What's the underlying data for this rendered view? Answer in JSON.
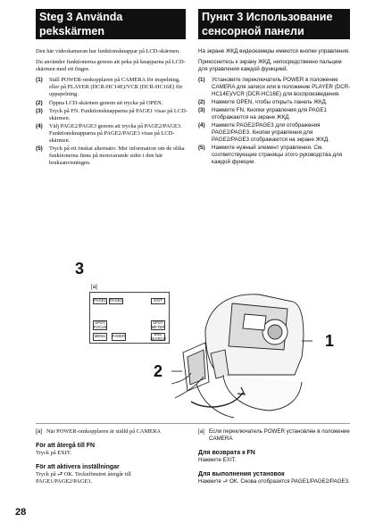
{
  "sv": {
    "heading": [
      "Steg 3 Använda",
      "pekskärmen"
    ],
    "intro": [
      "Den här videokameran har funktionsknappar på LCD-skärmen.",
      "Du använder funktionerna genom att peka på knapparna på LCD-skärmen med ett finger."
    ],
    "steps": [
      {
        "num": "(1)",
        "text": "Ställ POWER-omkopplaren på CAMERA för inspelning, eller på PLAYER (DCR-HC14E)/VCR (DCR-HC16E) för uppspelning."
      },
      {
        "num": "(2)",
        "text": "Öppna LCD-skärmen genom att trycka på OPEN."
      },
      {
        "num": "(3)",
        "text": "Tryck på FN. Funktionsknapparna på PAGE1 visas på LCD-skärmen."
      },
      {
        "num": "(4)",
        "text": "Välj PAGE2/PAGE3 genom att trycka på PAGE2/PAGE3. Funktionsknapparna på PAGE2/PAGE3 visas på LCD-skärmen."
      },
      {
        "num": "(5)",
        "text": "Tryck på ett önskat alternativ. Mer information om de olika funktionerna finns på motsvarande sidor i den här bruksanvisningen."
      }
    ],
    "caption_tag": "[a]",
    "caption_text": "När POWER-omkopplaren är ställd på CAMERA",
    "sub1_heading": "För att återgå till FN",
    "sub1_text": "Tryck på EXIT.",
    "sub2_heading": "För att aktivera inställningar",
    "sub2_text": "Tryck på ⮐ OK. Tecknfönstret återgår till PAGE1/PAGE2/PAGE3."
  },
  "ru": {
    "heading": [
      "Пункт 3 Использование",
      "сенсорной панели"
    ],
    "intro": [
      "На экране ЖКД видеокамеры имеются кнопки управления.",
      "Прикоснитесь к экрану ЖКД, непосредственно пальцем для управления каждой функцией."
    ],
    "steps": [
      {
        "num": "(1)",
        "text": "Установите переключатель POWER в положение CAMERA для записи или в положение PLAYER (DCR-HC14E)/VCR (DCR-HC16E) для воспроизведения."
      },
      {
        "num": "(2)",
        "text": "Нажмите OPEN, чтобы открыть панель ЖКД."
      },
      {
        "num": "(3)",
        "text": "Нажмите FN. Кнопки управления для PAGE1 отображаются на экране ЖКД."
      },
      {
        "num": "(4)",
        "text": "Нажмите PAGE2/PAGE3 для отображения PAGE2/PAGE3. Кнопки управления для PAGE2/PAGE3 отображаются на экране ЖКД."
      },
      {
        "num": "(5)",
        "text": "Нажмите нужный элемент управления. См. соответствующие страницы этого руководства для каждой функции."
      }
    ],
    "caption_tag": "[a]",
    "caption_text": "Если переключатель POWER установлен в положение CAMERA",
    "sub1_heading": "Для возврата к FN",
    "sub1_text": "Нажмите EXIT.",
    "sub2_heading": "Для выполнения установок",
    "sub2_text": "Нажмите ⮐ OK. Снова отобразится PAGE1/PAGE2/PAGE3."
  },
  "figure": {
    "number": "3",
    "tag": "[a]",
    "callout_1": "1",
    "callout_2": "2",
    "lcd_buttons": {
      "page1": "PAGE1",
      "page2": "PAGE2",
      "exit": "EXIT",
      "spot_focus": "SPOT FOCUS",
      "spot_meter": "SPOT METER",
      "menu": "MENU",
      "fader": "FADER",
      "end_search": "END SEARCH"
    }
  },
  "page_number": "28"
}
